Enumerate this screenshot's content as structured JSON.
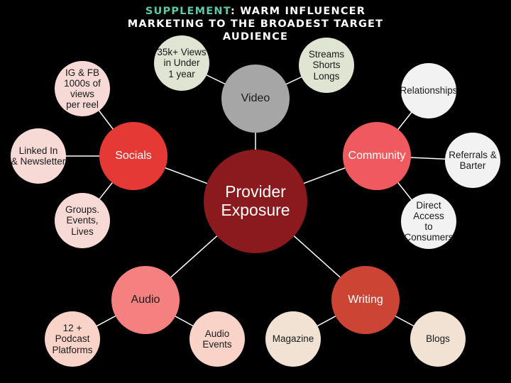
{
  "title": {
    "accent": "SUPPLEMENT",
    "rest_line1": ": WARM INFLUENCER",
    "line2": "MARKETING TO THE BROADEST TARGET",
    "line3": "AUDIENCE"
  },
  "colors": {
    "background": "#000000",
    "accent": "#5ec8a8",
    "connector": "#ffffff"
  },
  "center": {
    "label": "Provider\nExposure",
    "color": "#8b1a1f",
    "text_color": "#ffffff"
  },
  "hubs": [
    {
      "id": "video",
      "label": "Video",
      "color": "#a6a6a6",
      "text_color": "#1a1a1a"
    },
    {
      "id": "socials",
      "label": "Socials",
      "color": "#e53935",
      "text_color": "#ffffff"
    },
    {
      "id": "community",
      "label": "Community",
      "color": "#f05a5e",
      "text_color": "#ffffff"
    },
    {
      "id": "audio",
      "label": "Audio",
      "color": "#f58080",
      "text_color": "#1a1a1a"
    },
    {
      "id": "writing",
      "label": "Writing",
      "color": "#cc4433",
      "text_color": "#ffffff"
    }
  ],
  "leaves": [
    {
      "id": "video-views",
      "hub": "video",
      "label": "35k+ Views\nin Under\n1 year",
      "color": "#e0e4d2",
      "text_color": "#1a1a1a"
    },
    {
      "id": "video-streams",
      "hub": "video",
      "label": "Streams\nShorts\nLongs",
      "color": "#e0e4d2",
      "text_color": "#1a1a1a"
    },
    {
      "id": "socials-igfb",
      "hub": "socials",
      "label": "IG & FB\n1000s of views\nper reel",
      "color": "#f7dad6",
      "text_color": "#1a1a1a"
    },
    {
      "id": "socials-linkedin",
      "hub": "socials",
      "label": "Linked In\n& Newsletter",
      "color": "#f7dad6",
      "text_color": "#1a1a1a"
    },
    {
      "id": "socials-groups",
      "hub": "socials",
      "label": "Groups.\nEvents,\nLives",
      "color": "#f7dad6",
      "text_color": "#1a1a1a"
    },
    {
      "id": "community-relationships",
      "hub": "community",
      "label": "Relationships",
      "color": "#f2f2f2",
      "text_color": "#1a1a1a"
    },
    {
      "id": "community-referrals",
      "hub": "community",
      "label": "Referrals &\nBarter",
      "color": "#f2f2f2",
      "text_color": "#1a1a1a"
    },
    {
      "id": "community-direct",
      "hub": "community",
      "label": "Direct Access\nto Consumers",
      "color": "#f2f2f2",
      "text_color": "#1a1a1a"
    },
    {
      "id": "audio-podcast",
      "hub": "audio",
      "label": "12 + Podcast\nPlatforms",
      "color": "#fad3c8",
      "text_color": "#1a1a1a"
    },
    {
      "id": "audio-events",
      "hub": "audio",
      "label": "Audio\nEvents",
      "color": "#fad3c8",
      "text_color": "#1a1a1a"
    },
    {
      "id": "writing-magazine",
      "hub": "writing",
      "label": "Magazine",
      "color": "#f2e2d3",
      "text_color": "#1a1a1a"
    },
    {
      "id": "writing-blogs",
      "hub": "writing",
      "label": "Blogs",
      "color": "#f2e2d3",
      "text_color": "#1a1a1a"
    }
  ]
}
